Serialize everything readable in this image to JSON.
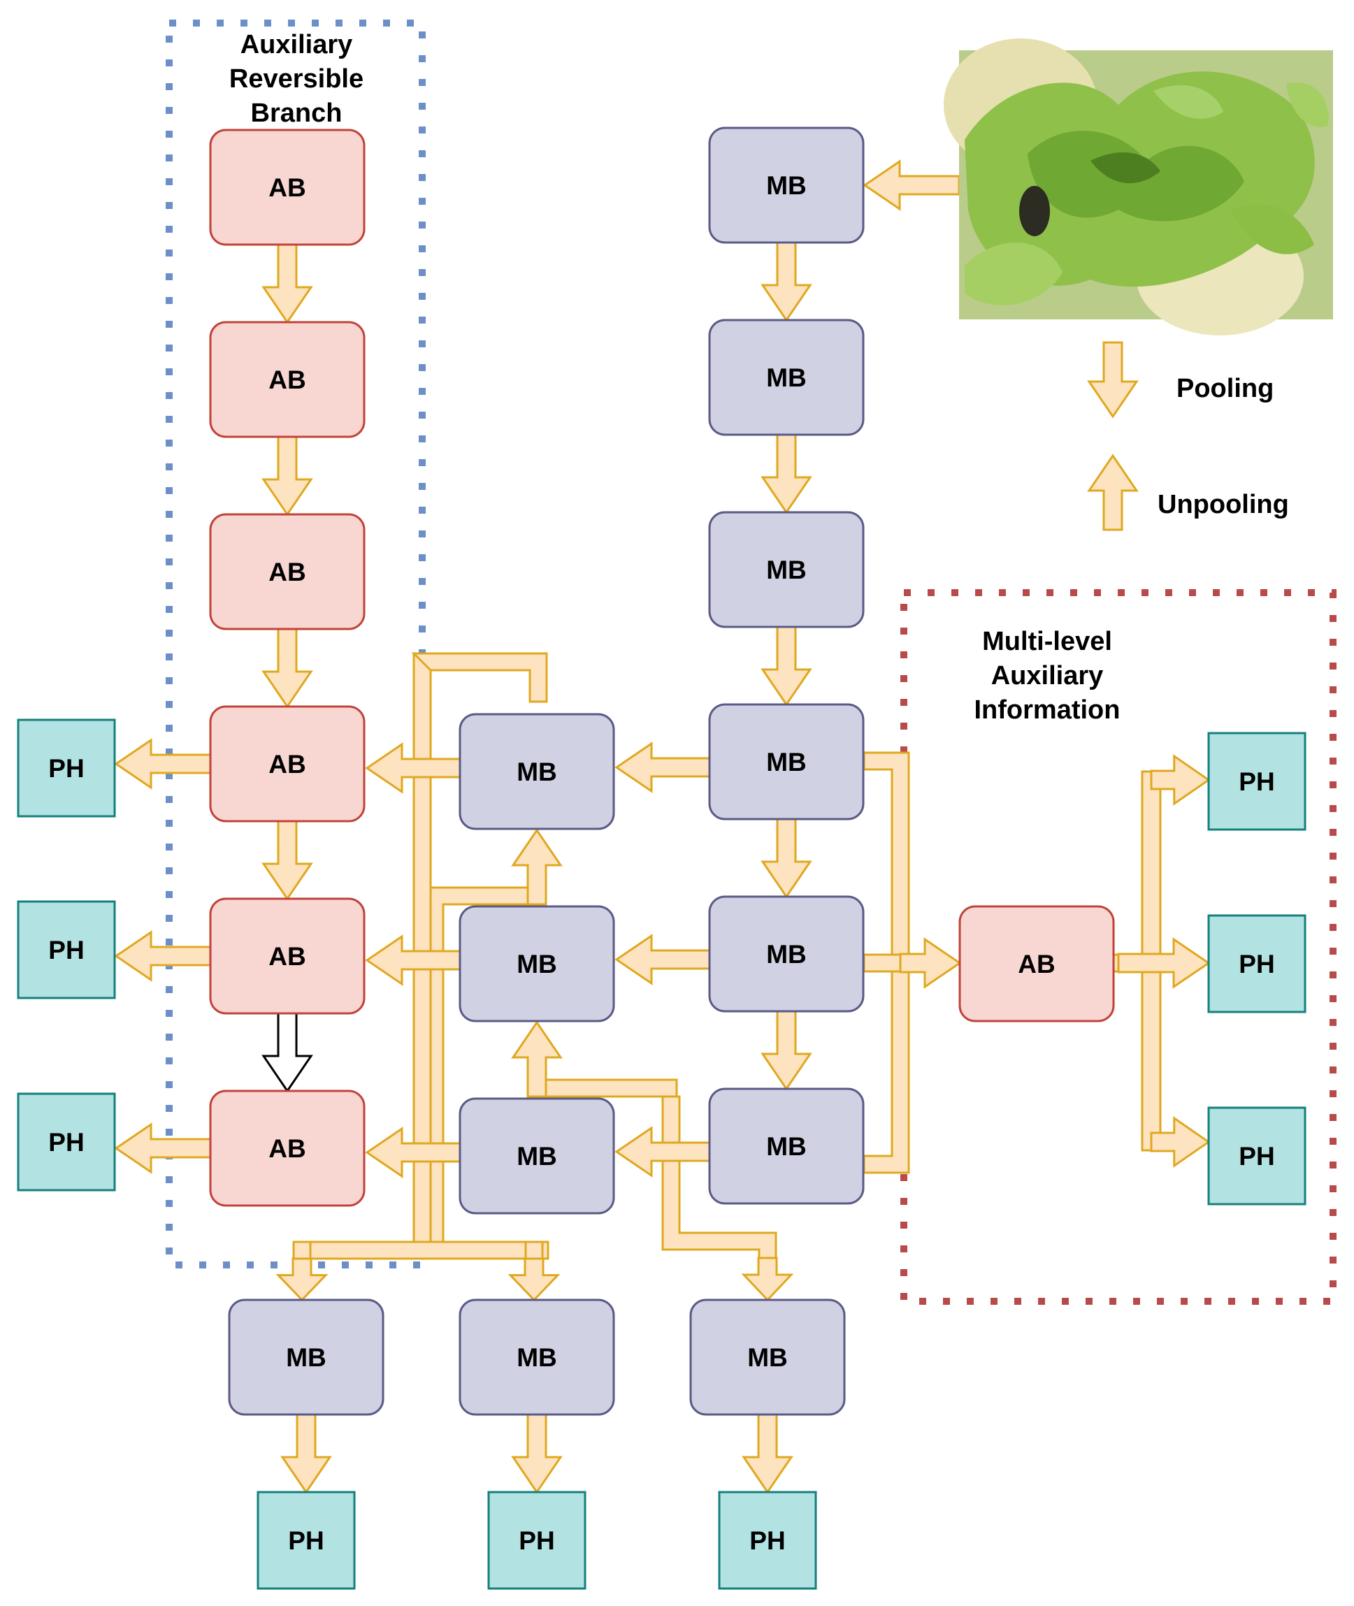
{
  "blocks": {
    "mb": "MB",
    "ab": "AB",
    "ph": "PH"
  },
  "captions": {
    "aux_branch": [
      "Auxiliary",
      "Reversible",
      "Branch"
    ],
    "multi_level": [
      "Multi-level",
      "Auxiliary",
      "Information"
    ]
  },
  "legend": {
    "pooling": "Pooling",
    "unpooling": "Unpooling"
  },
  "image": {
    "subject": "lettuce plant (top view)"
  },
  "colors": {
    "mb_fill": "#d1d1e4",
    "mb_stroke": "#5a5a86",
    "ab_fill": "#f8d7d3",
    "ab_stroke": "#c0433a",
    "ph_fill": "#b2e2e2",
    "ph_stroke": "#14807c",
    "arrow_fill": "#fde3c0",
    "arrow_stroke": "#e0a81f",
    "aux_branch_border": "#6b8fc6",
    "multi_level_border": "#b84a4a"
  }
}
